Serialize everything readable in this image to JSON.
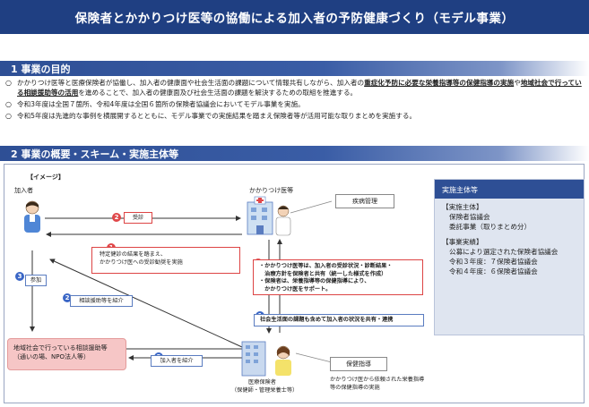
{
  "header": {
    "title": "保険者とかかりつけ医等の協働による加入者の予防健康づくり（モデル事業）"
  },
  "section1": {
    "title": "1  事業の目的",
    "items": [
      {
        "p1": "かかりつけ医等と医療保険者が協働し、加入者の健康面や社会生活面の課題について情報共有しながら、加入者の",
        "u1": "重症化予防に必要な栄養指導等の保健指導の実施",
        "p2": "や",
        "u2": "地域社会で行っている相談援助等の活用",
        "p3": "を進めることで、加入者の健康面及び社会生活面の課題を解決するための取組を推進する。"
      },
      {
        "text": "令和3年度は全国７箇所、令和4年度は全国６箇所の保険者協議会においてモデル事業を実施。"
      },
      {
        "text": "令和5年度は先進的な事例を横展開するとともに、モデル事業での実施結果を踏まえ保険者等が活用可能な取りまとめを実施する。"
      }
    ]
  },
  "section2": {
    "title": "2  事業の概要・スキーム・実施主体等"
  },
  "diagram": {
    "image_label": "【イメージ】",
    "member_label": "加入者",
    "doctor_label": "かかりつけ医等",
    "insurer_label1": "医療保険者",
    "insurer_label2": "（保健師・管理栄養士等）",
    "disease_mgmt": "疾病管理",
    "consult": "受診",
    "red_note1": "特定健診の結果を踏まえ、",
    "red_note2": "かかりつけ医への受診勧奨を実施",
    "join": "参加",
    "intro_consult": "相談援助等を紹介",
    "intro_member": "加入者を紹介",
    "community_box1": "地域社会で行っている相談援助等",
    "community_box2": "（通いの場、NPO法人等）",
    "doctor_note1": "・かかりつけ医等は、加入者の受診状況・診断結果・",
    "doctor_note2": "　治療方針を保険者と共有（統一した様式を作成）",
    "doctor_note3": "・保険者は、栄養指導等の保健指導により、",
    "doctor_note4": "　かかりつけ医をサポート。",
    "share_note": "社会生活面の課題も含めて加入者の状況を共有・連携",
    "health_guidance": "保健指導",
    "guidance_note1": "かかりつけ医から依頼された栄養指導",
    "guidance_note2": "等の保健指導の実施",
    "n1": "1",
    "n2": "2",
    "n3": "3"
  },
  "entity": {
    "title": "実施主体等",
    "h1": "【実施主体】",
    "l1": "保険者協議会",
    "l2": "委託事業（取りまとめ分）",
    "h2": "【事業実績】",
    "l3": "公募により選定された保険者協議会",
    "l4": "令和３年度：７保険者協議会",
    "l5": "令和４年度：６保険者協議会"
  },
  "colors": {
    "navy": "#1f3f82",
    "red": "#e0484a",
    "blue": "#3a66c6",
    "pink": "#f6c6c6"
  }
}
